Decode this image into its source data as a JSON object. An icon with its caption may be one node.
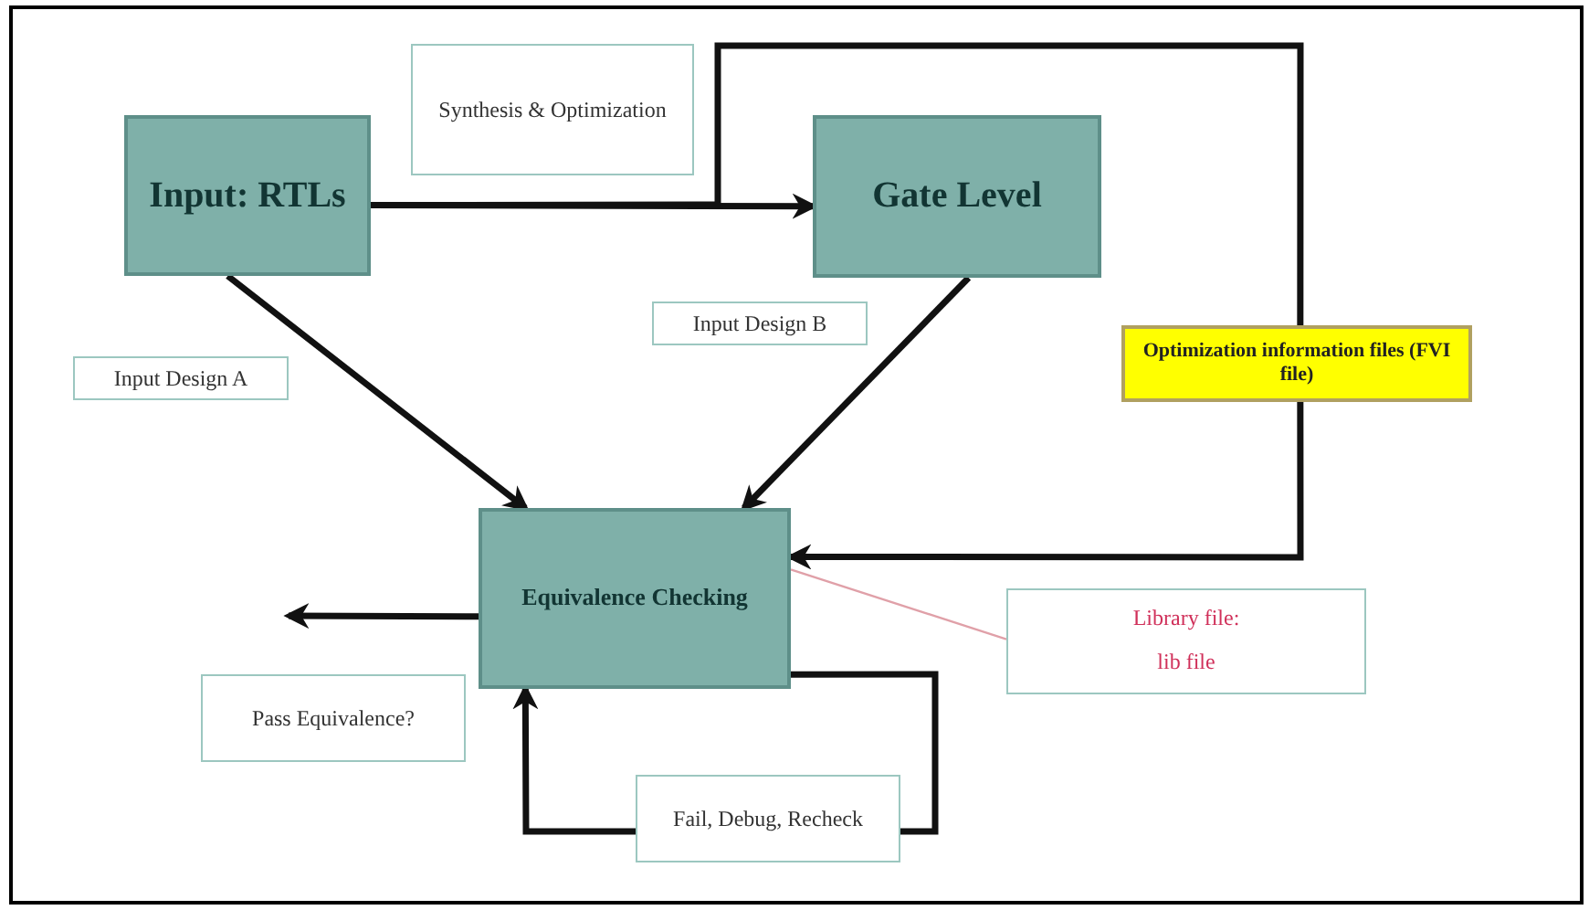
{
  "diagram": {
    "nodes": [
      {
        "text": [
          "Input: RTLs"
        ]
      },
      {
        "text": [
          "Gate Level"
        ]
      },
      {
        "text": [
          "Equivalence Checking"
        ]
      },
      {
        "text": [
          "Optimization information files (FVI file)"
        ]
      },
      {
        "text": [
          "Library file:",
          "lib file"
        ]
      }
    ],
    "edges": [
      {
        "from": 0,
        "to": 1,
        "arrow": "to",
        "label": "Synthesis & Optimization"
      },
      {
        "from": 0,
        "to": 2,
        "arrow": "to",
        "label": "Input Design A"
      },
      {
        "from": 1,
        "to": 2,
        "arrow": "to",
        "label": "Input Design B"
      },
      {
        "from": 0,
        "to": 3,
        "arrow": "none"
      },
      {
        "from": 3,
        "to": 2,
        "arrow": "to"
      },
      {
        "from": 2,
        "to": null,
        "arrow": "to",
        "label": "Pass Equivalence?"
      },
      {
        "from": 2,
        "to": 2,
        "arrow": "to",
        "label": "Fail, Debug, Recheck"
      },
      {
        "from": 4,
        "to": 2,
        "arrow": "none",
        "color": "#e0a0a8"
      }
    ]
  }
}
